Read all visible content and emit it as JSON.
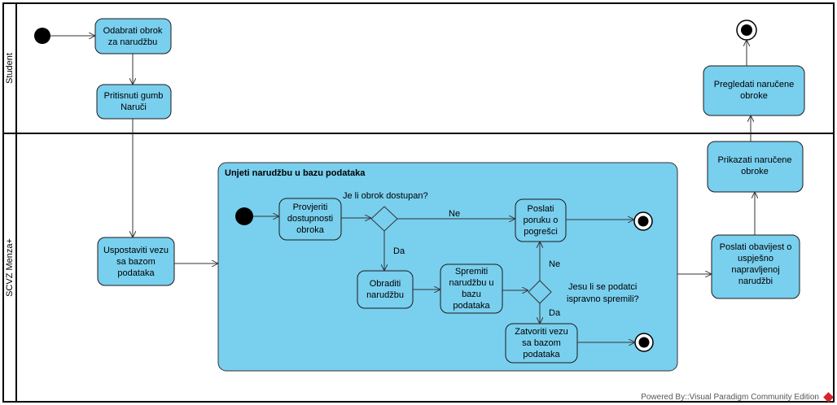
{
  "lanes": {
    "student": "Student",
    "menza": "SCVZ Menza+"
  },
  "activities": {
    "odabrati": [
      "Odabrati obrok",
      "za narudžbu"
    ],
    "pritisnuti": [
      "Pritisnuti gumb",
      "Naruči"
    ],
    "uspostaviti": [
      "Uspostaviti vezu",
      "sa bazom",
      "podataka"
    ],
    "provjeriti": [
      "Provjeriti",
      "dostupnosti",
      "obroka"
    ],
    "poslati_poruku": [
      "Poslati",
      "poruku o",
      "pogrešci"
    ],
    "obraditi": [
      "Obraditi",
      "narudžbu"
    ],
    "spremiti": [
      "Spremiti",
      "narudžbu u",
      "bazu",
      "podataka"
    ],
    "zatvoriti": [
      "Zatvoriti vezu",
      "sa bazom",
      "podataka"
    ],
    "poslati_obavijest": [
      "Poslati obavijest o",
      "uspješno",
      "napravljenoj",
      "narudžbi"
    ],
    "prikazati": [
      "Prikazati naručene",
      "obroke"
    ],
    "pregledati": [
      "Pregledati naručene",
      "obroke"
    ]
  },
  "region_title": "Unjeti narudžbu u bazu podataka",
  "guards": {
    "q1": "Je li obrok dostupan?",
    "ne1": "Ne",
    "da1": "Da",
    "q2_line1": "Jesu li se podatci",
    "q2_line2": "ispravno spremili?",
    "ne2": "Ne",
    "da2": "Da"
  },
  "watermark": "Powered By::Visual Paradigm Community Edition"
}
